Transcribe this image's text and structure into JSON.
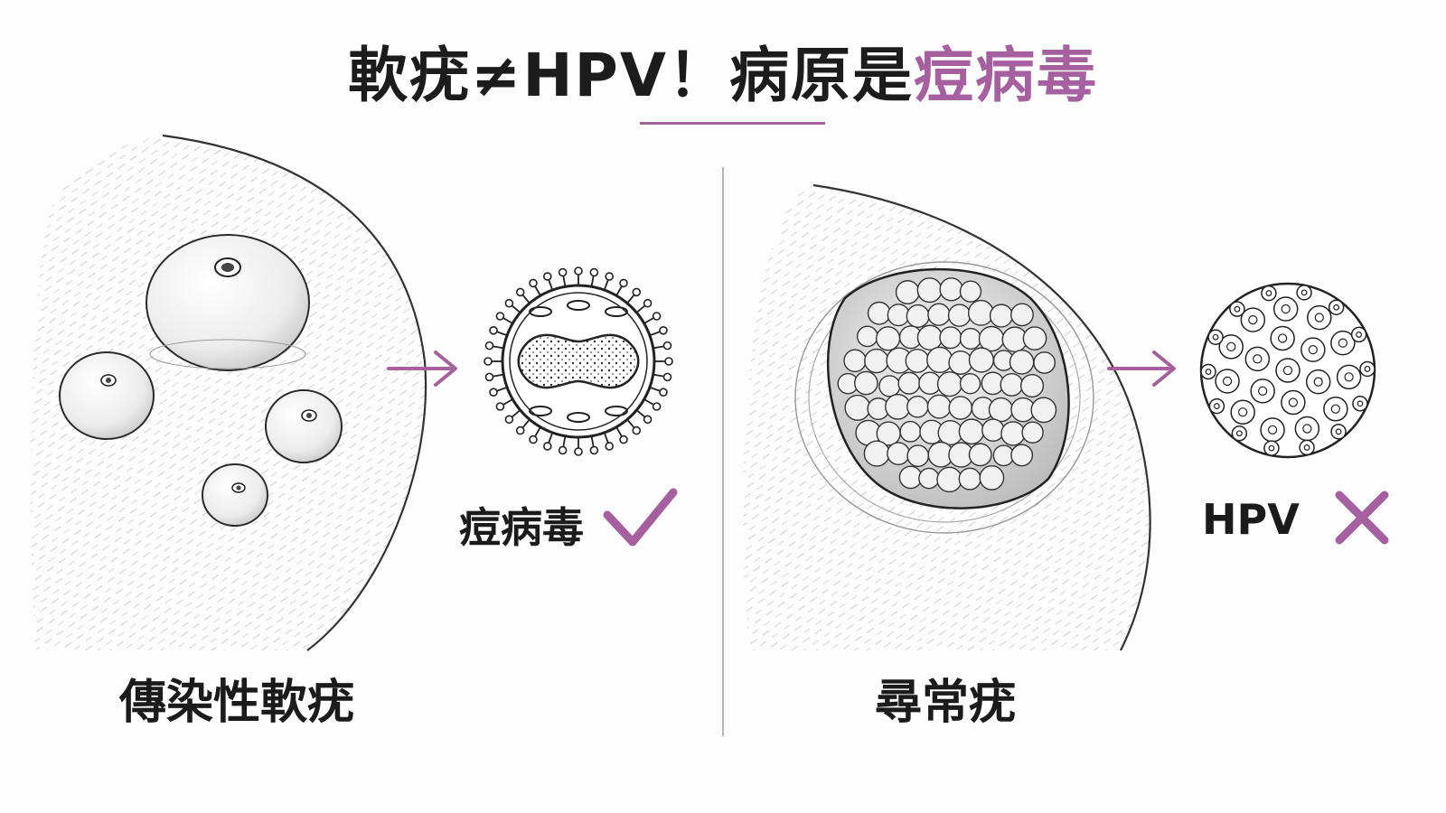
{
  "title": {
    "part1": "軟疣",
    "neq": "≠",
    "part2": "HPV！病原是",
    "highlight": "痘病毒"
  },
  "left": {
    "disease": "傳染性軟疣",
    "pathogen": "痘病毒",
    "verdict_icon": "check-icon"
  },
  "right": {
    "disease": "尋常疣",
    "pathogen": "HPV",
    "verdict_icon": "cross-icon"
  },
  "colors": {
    "accent": "#a7609f",
    "ink": "#1c1c1c",
    "divider": "#b8b8b8"
  }
}
